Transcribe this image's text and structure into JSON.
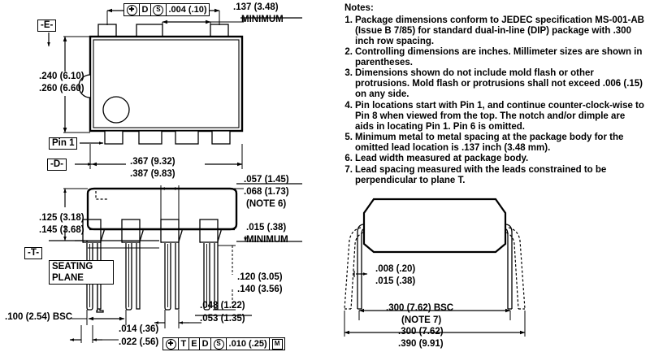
{
  "drawing": {
    "title": "DIP-8 (Pin 6 omitted) package outline dimensional drawing",
    "ink_color": "#000000",
    "background": "#ffffff",
    "body_fill": "#ffffff"
  },
  "notes": {
    "heading": "Notes:",
    "items": [
      {
        "num": "1.",
        "text": "Package dimensions conform to JEDEC specification MS-001-AB (Issue B 7/85) for standard dual-in-line (DIP) package with .300 inch row spacing."
      },
      {
        "num": "2.",
        "text": "Controlling dimensions are inches. Millimeter sizes are shown in parentheses."
      },
      {
        "num": "3.",
        "text": "Dimensions shown do not include mold flash or other protrusions. Mold flash or protrusions shall not exceed .006 (.15) on any side."
      },
      {
        "num": "4.",
        "text": "Pin locations start with Pin 1, and continue counter-clock-wise to Pin 8 when viewed from the top. The notch and/or dimple are aids in locating Pin 1. Pin 6 is omitted."
      },
      {
        "num": "5.",
        "text": "Minimum metal to metal spacing at the package body for the omitted lead location is .137 inch (3.48 mm)."
      },
      {
        "num": "6.",
        "text": "Lead width measured at package body."
      },
      {
        "num": "7.",
        "text": "Lead spacing measured with the leads constrained to be perpendicular to plane T."
      }
    ]
  },
  "top_view": {
    "datum_e": "-E-",
    "datum_d": "-D-",
    "pin1_label": "Pin 1",
    "fcf_top": {
      "position_symbol": "position-symbol",
      "datum_d": "D",
      "datum_s": "S",
      "tolerance": ".004 (.10)"
    },
    "min_metal": {
      "line1": ".137 (3.48)",
      "line2": "MINIMUM"
    },
    "height_dim": {
      "line1": ".240 (6.10)",
      "line2": ".260 (6.60)"
    },
    "width_dim": {
      "line1": ".367 (9.32)",
      "line2": ".387 (9.83)"
    }
  },
  "side_view": {
    "datum_t": "-T-",
    "seating_plane": {
      "line1": "SEATING",
      "line2": "PLANE"
    },
    "body_height": {
      "line1": ".125 (3.18)",
      "line2": ".145 (3.68)"
    },
    "lead_width": {
      "line1": ".057 (1.45)",
      "line2": ".068 (1.73)",
      "line3": "(NOTE 6)"
    },
    "standoff": {
      "line1": ".015 (.38)",
      "line2": "MINIMUM"
    },
    "lead_length": {
      "line1": ".120 (3.05)",
      "line2": ".140 (3.56)"
    },
    "pitch": ".100 (2.54) BSC",
    "lead_thickness": {
      "line1": ".014 (.36)",
      "line2": ".022 (.56)"
    },
    "shoulder": {
      "line1": ".048 (1.22)",
      "line2": ".053 (1.35)"
    },
    "fcf_bottom": {
      "position_symbol": "position-symbol",
      "datum_t": "T",
      "datum_e": "E",
      "datum_d": "D",
      "datum_s": "S",
      "tolerance": ".010 (.25)",
      "modifier": "M"
    }
  },
  "end_view": {
    "lead_thickness": {
      "line1": ".008 (.20)",
      "line2": ".015 (.38)"
    },
    "row_spacing": {
      "line1": ".300 (7.62) BSC",
      "line2": "(NOTE 7)"
    },
    "overall_span": {
      "line1": ".300 (7.62)",
      "line2": ".390 (9.91)"
    }
  }
}
